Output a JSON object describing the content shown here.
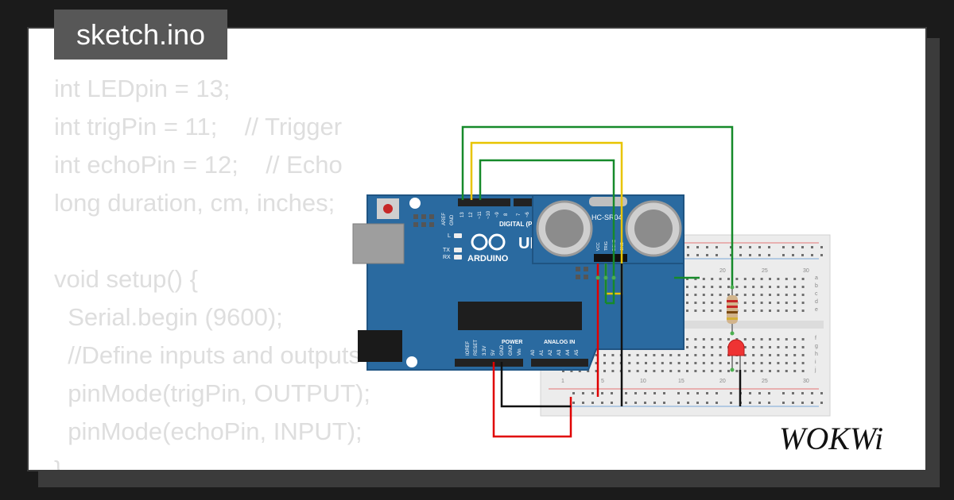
{
  "file_tab": {
    "label": "sketch.ino"
  },
  "code_lines": [
    "int LEDpin = 13;",
    "int trigPin = 11;    // Trigger",
    "int echoPin = 12;    // Echo",
    "long duration, cm, inches;",
    "",
    "void setup() {",
    "  Serial.begin (9600);",
    "  //Define inputs and outputs",
    "  pinMode(trigPin, OUTPUT);",
    "  pinMode(echoPin, INPUT);",
    "}"
  ],
  "arduino": {
    "brand": "ARDUINO",
    "model": "UNO",
    "digital_label": "DIGITAL (PWM ~)",
    "power_label": "POWER",
    "analog_label": "ANALOG IN",
    "led_labels": [
      "L",
      "TX",
      "RX"
    ],
    "top_pins": [
      "AREF",
      "GND",
      "13",
      "12",
      "~11",
      "~10",
      "~9",
      "8",
      "7",
      "~6"
    ],
    "power_pins": [
      "IOREF",
      "RESET",
      "3.3V",
      "5V",
      "GND",
      "GND",
      "Vin"
    ],
    "analog_pins": [
      "A0",
      "A1",
      "A2",
      "A3",
      "A4",
      "A5"
    ]
  },
  "sensor": {
    "name": "HC-SR04",
    "pins": [
      "VCC",
      "TRIG",
      "ECHO",
      "GND"
    ]
  },
  "breadboard": {
    "col_labels": [
      "1",
      "5",
      "10",
      "15",
      "20",
      "25",
      "30"
    ],
    "row_labels": [
      "a",
      "b",
      "c",
      "d",
      "e",
      "f",
      "g",
      "h",
      "i",
      "j"
    ]
  },
  "colors": {
    "board": "#2a6aa0",
    "wire_green": "#168a2a",
    "wire_yellow": "#e8c400",
    "wire_black": "#111111",
    "wire_red": "#e00000"
  },
  "logo": {
    "text": "WOKWi"
  }
}
